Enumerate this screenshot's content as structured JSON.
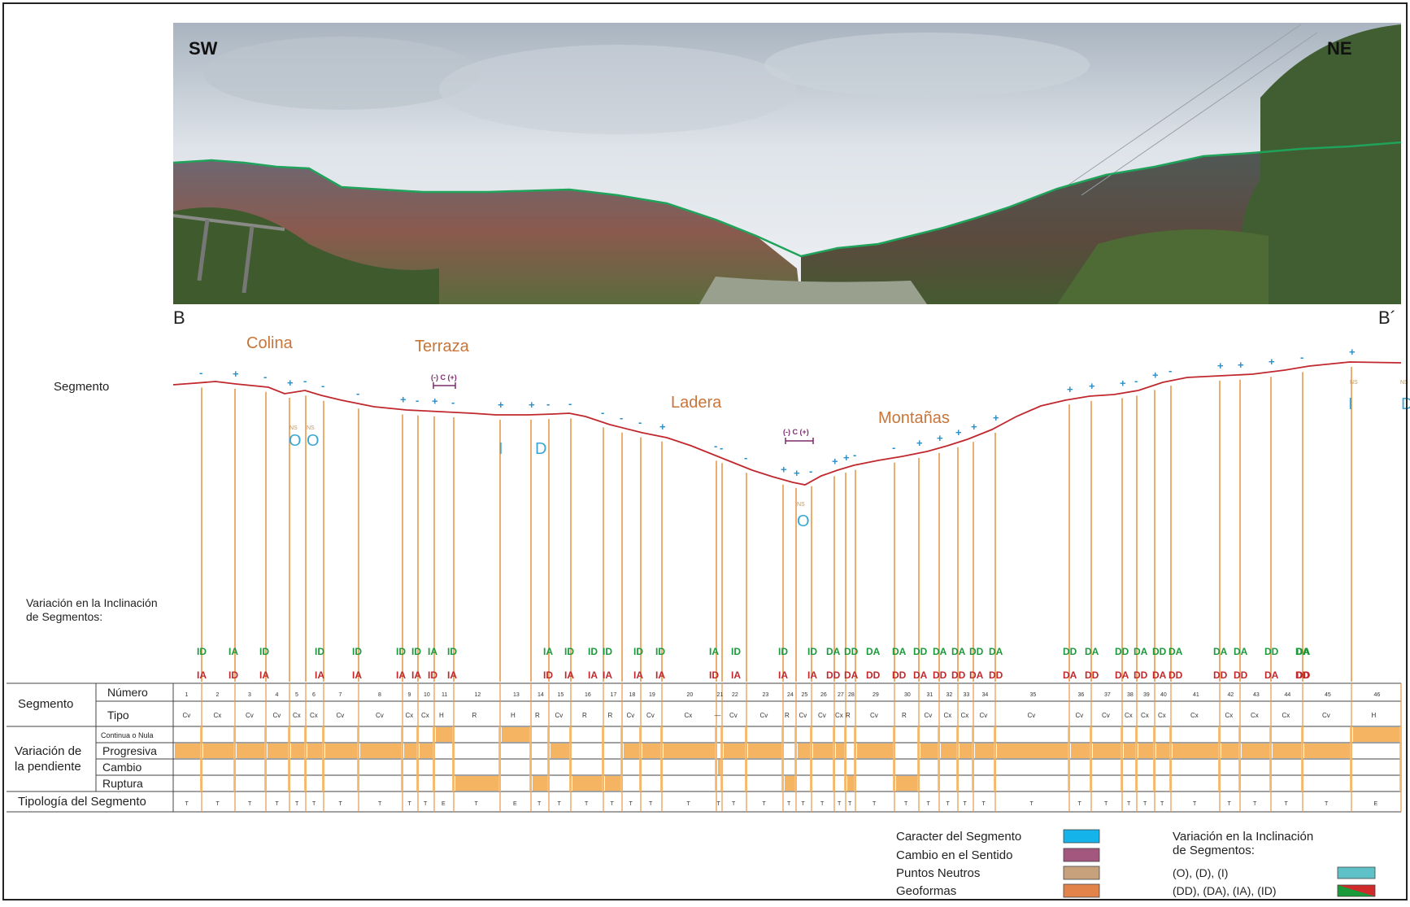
{
  "photo": {
    "left_dir": "SW",
    "right_dir": "NE"
  },
  "profile": {
    "start_label": "B",
    "end_label": "B´"
  },
  "geoforms": [
    "Colina",
    "Terraza",
    "Ladera",
    "Montañas"
  ],
  "cambio_labels": [
    "(-) C (+)",
    "(-) C (+)"
  ],
  "ns_label": "NS",
  "row_labels": {
    "segmento": "Segmento",
    "variacion_inclinacion": [
      "Variación en la Inclinación",
      "de Segmentos:"
    ],
    "table_segmento": "Segmento",
    "numero": "Número",
    "tipo": "Tipo",
    "variacion_pendiente": [
      "Variación de",
      "la pendiente"
    ],
    "continua": "Continua o Nula",
    "progresiva": "Progresiva",
    "cambio": "Cambio",
    "ruptura": "Ruptura",
    "tipologia": "Tipología del Segmento"
  },
  "signs": [
    "-",
    "+",
    "-",
    "+",
    "-",
    "-",
    "-",
    "+",
    "-",
    "+",
    "-",
    "+",
    "+",
    "-",
    "-",
    "-",
    "-",
    "-",
    "+",
    "-",
    "-",
    "-",
    "+",
    "+",
    "-",
    "+",
    "+",
    "-",
    "-",
    "+",
    "+",
    "+",
    "+",
    "+",
    "+",
    "+",
    "+",
    "-",
    "+",
    "-",
    "+",
    "+",
    "+",
    "-",
    "+",
    "-"
  ],
  "character_marks": [
    "O",
    "O",
    "I",
    "D",
    "O",
    "I",
    "D"
  ],
  "green_codes": [
    "ID",
    "IA",
    "ID",
    "ID",
    "ID",
    "ID",
    "ID",
    "IA",
    "ID",
    "IA",
    "ID",
    "ID",
    "ID",
    "ID",
    "ID",
    "IA",
    "ID",
    "ID",
    "ID",
    "DA",
    "DD",
    "DA",
    "DA",
    "DD",
    "DA",
    "DA",
    "DD",
    "DA",
    "DD",
    "DA",
    "DD",
    "DA",
    "DD",
    "DA",
    "DA",
    "DA",
    "DD",
    "DA",
    "DA"
  ],
  "red_codes": [
    "IA",
    "ID",
    "IA",
    "IA",
    "IA",
    "IA",
    "IA",
    "ID",
    "IA",
    "ID",
    "IA",
    "IA",
    "IA",
    "IA",
    "IA",
    "ID",
    "IA",
    "IA",
    "IA",
    "DD",
    "DA",
    "DD",
    "DD",
    "DA",
    "DD",
    "DD",
    "DA",
    "DD",
    "DA",
    "DD",
    "DA",
    "DD",
    "DA",
    "DD",
    "DD",
    "DD",
    "DA",
    "DD",
    "DD"
  ],
  "segment_numbers": [
    "1",
    "2",
    "3",
    "4",
    "5",
    "6",
    "7",
    "8",
    "9",
    "10",
    "11",
    "12",
    "13",
    "14",
    "15",
    "16",
    "17",
    "18",
    "19",
    "20",
    "21",
    "22",
    "23",
    "24",
    "25",
    "26",
    "27",
    "28",
    "29",
    "30",
    "31",
    "32",
    "33",
    "34",
    "35",
    "36",
    "37",
    "38",
    "39",
    "40",
    "41",
    "42",
    "43",
    "44",
    "45",
    "46"
  ],
  "segment_types": [
    "Cv",
    "Cx",
    "Cv",
    "Cv",
    "Cx",
    "Cx",
    "Cv",
    "Cv",
    "Cx",
    "Cx",
    "H",
    "R",
    "H",
    "R",
    "Cv",
    "R",
    "R",
    "Cv",
    "Cv",
    "Cx",
    "—",
    "Cv",
    "Cv",
    "R",
    "Cv",
    "Cv",
    "Cx",
    "R",
    "Cv",
    "R",
    "Cv",
    "Cx",
    "Cx",
    "Cv",
    "Cv",
    "Cv",
    "Cv",
    "Cx",
    "Cx",
    "Cx",
    "Cx",
    "Cx",
    "Cx",
    "Cx",
    "Cv",
    "H"
  ],
  "segment_typology": [
    "T",
    "T",
    "T",
    "T",
    "T",
    "T",
    "T",
    "T",
    "T",
    "T",
    "E",
    "T",
    "E",
    "T",
    "T",
    "T",
    "T",
    "T",
    "T",
    "T",
    "T",
    "T",
    "T",
    "T",
    "T",
    "T",
    "T",
    "T",
    "T",
    "T",
    "T",
    "T",
    "T",
    "T",
    "T",
    "T",
    "T",
    "T",
    "T",
    "T",
    "T",
    "T",
    "T",
    "T",
    "T",
    "E"
  ],
  "legend": {
    "caracter": "Caracter del Segmento",
    "cambio_sentido": "Cambio en el Sentido",
    "puntos_neutros": "Puntos Neutros",
    "geoformas": "Geoformas",
    "variacion_title": [
      "Variación en la Inclinación",
      "de Segmentos:"
    ],
    "odi": "(O), (D), (I)",
    "dd_da": "(DD), (DA), (IA), (ID)"
  },
  "colors": {
    "profile_line": "#c0282d",
    "orange": "#e79a4a",
    "orange_fill": "#f5b461",
    "green": "#1a9a3a",
    "red": "#c0282d",
    "blue": "#2b8fc8",
    "purple": "#7b2b6b",
    "geoform_text": "#c8753a"
  }
}
